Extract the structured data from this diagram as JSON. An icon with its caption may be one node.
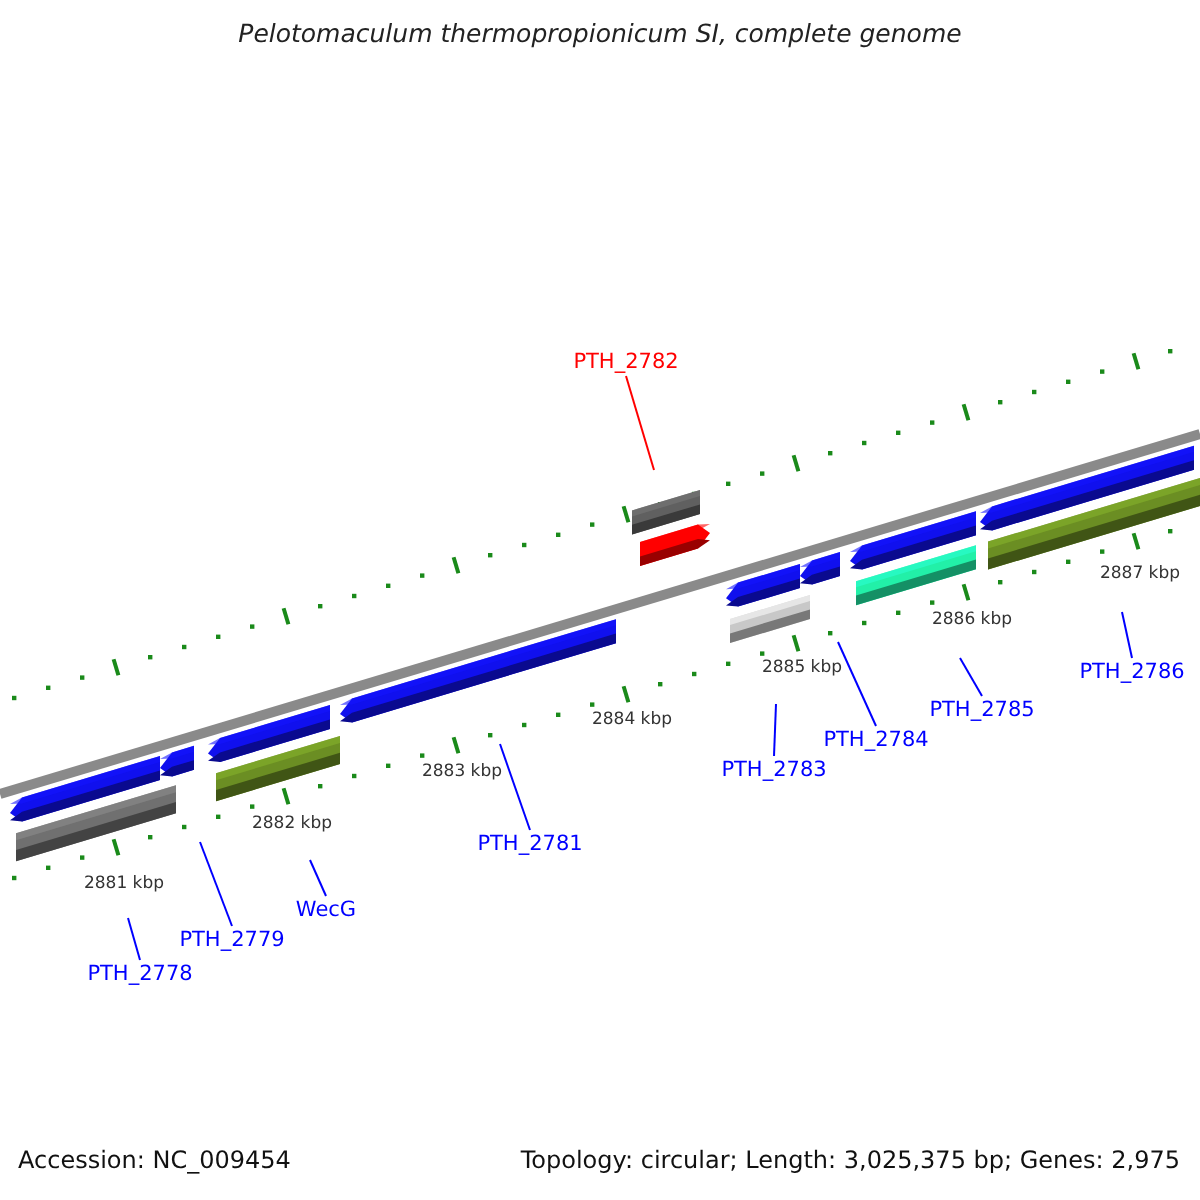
{
  "diagram": {
    "title": "Pelotomaculum thermopropionicum SI, complete genome",
    "nodes": [
      {
        "text": [
          "PTH_2778"
        ]
      },
      {
        "text": [
          "PTH_2779"
        ]
      },
      {
        "text": [
          "WecG"
        ]
      },
      {
        "text": [
          "PTH_2781"
        ]
      },
      {
        "text": [
          "PTH_2782"
        ]
      },
      {
        "text": [
          "PTH_2783"
        ]
      },
      {
        "text": [
          "PTH_2784"
        ]
      },
      {
        "text": [
          "PTH_2785"
        ]
      },
      {
        "text": [
          "PTH_2786"
        ]
      }
    ],
    "edges": [
      {
        "from": 0,
        "to": null,
        "arrow": "none"
      },
      {
        "from": 1,
        "to": null,
        "arrow": "none"
      },
      {
        "from": 2,
        "to": null,
        "arrow": "none"
      },
      {
        "from": 3,
        "to": null,
        "arrow": "none"
      },
      {
        "from": 4,
        "to": null,
        "arrow": "none",
        "color": "#ff0000"
      },
      {
        "from": 5,
        "to": null,
        "arrow": "none"
      },
      {
        "from": 6,
        "to": null,
        "arrow": "none"
      },
      {
        "from": 7,
        "to": null,
        "arrow": "none"
      },
      {
        "from": 8,
        "to": null,
        "arrow": "none"
      }
    ],
    "labels": [
      "2881 kbp",
      "2882 kbp",
      "2883 kbp",
      "2884 kbp",
      "2885 kbp",
      "2886 kbp",
      "2887 kbp",
      "Accession: NC_009454",
      "Topology: circular; Length: 3,025,375 bp; Genes: 2,975"
    ]
  }
}
